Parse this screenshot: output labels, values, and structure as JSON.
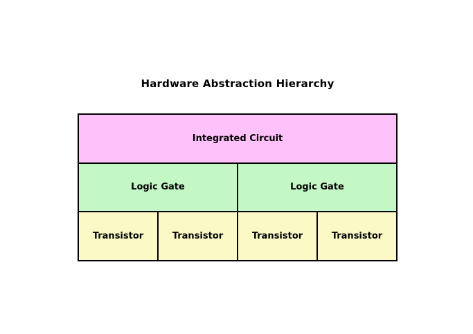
{
  "page": {
    "background": "#ffffff",
    "border_color": "#000000",
    "text_color": "#000000"
  },
  "diagram": {
    "title": "Hardware Abstraction Hierarchy",
    "layers": [
      {
        "name": "integrated-circuit-layer",
        "color": "#ffc1fa",
        "cells": [
          {
            "label": "Integrated Circuit"
          }
        ]
      },
      {
        "name": "logic-gate-layer",
        "color": "#c3f7c5",
        "cells": [
          {
            "label": "Logic Gate"
          },
          {
            "label": "Logic Gate"
          }
        ]
      },
      {
        "name": "transistor-layer",
        "color": "#fbfac7",
        "cells": [
          {
            "label": "Transistor"
          },
          {
            "label": "Transistor"
          },
          {
            "label": "Transistor"
          },
          {
            "label": "Transistor"
          }
        ]
      }
    ]
  }
}
